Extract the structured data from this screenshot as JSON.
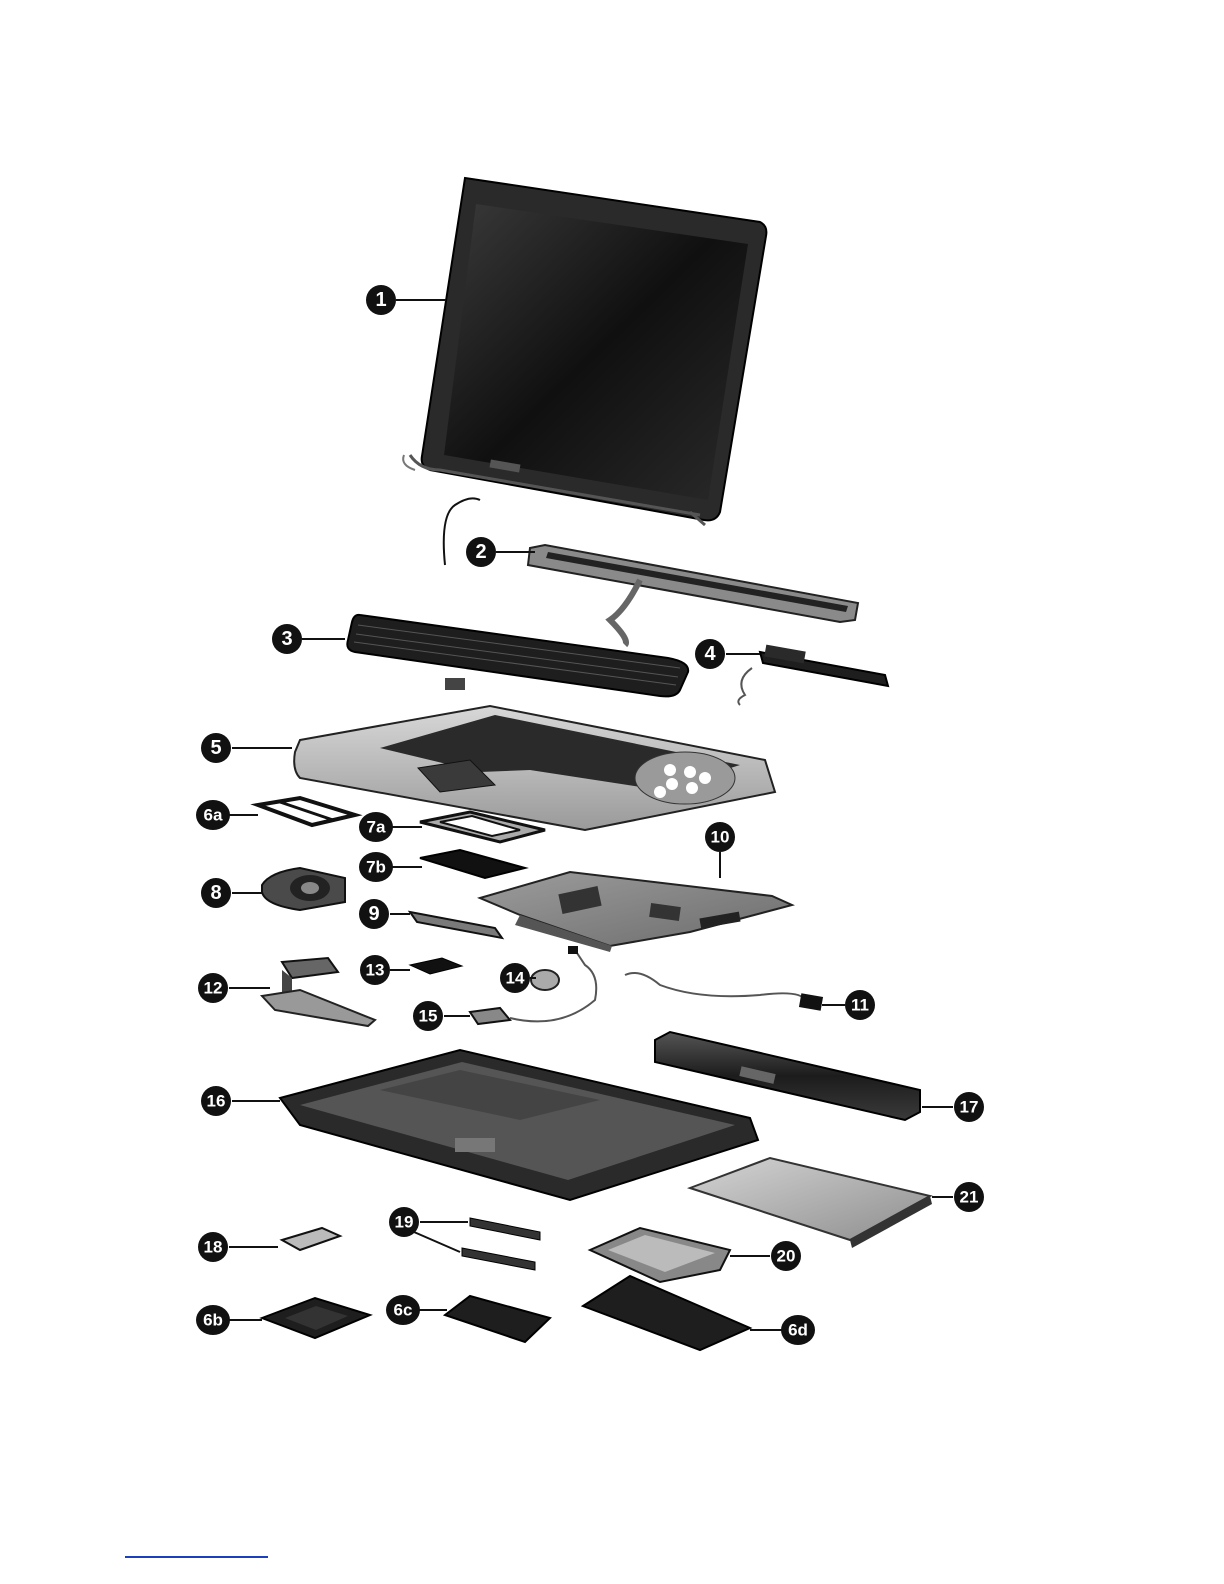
{
  "diagram": {
    "type": "exploded-view",
    "callouts": [
      "1",
      "2",
      "3",
      "4",
      "5",
      "6a",
      "7a",
      "7b",
      "8",
      "9",
      "10",
      "11",
      "12",
      "13",
      "14",
      "15",
      "16",
      "17",
      "18",
      "19",
      "20",
      "21",
      "6b",
      "6c",
      "6d"
    ]
  },
  "colors": {
    "callout_fill": "#111111",
    "callout_text": "#ffffff",
    "part_dark": "#2a2a2a",
    "part_mid": "#7a7a7a",
    "part_light": "#c8c8c8",
    "footer_rule": "#1a3fbf"
  }
}
